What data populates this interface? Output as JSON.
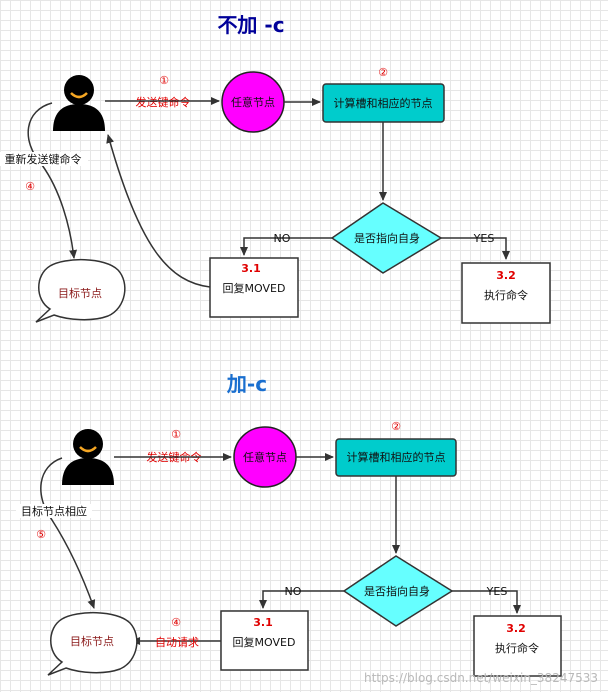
{
  "top": {
    "title": "不加 -c",
    "step1_num": "①",
    "step1_label": "发送键命令",
    "step2_num": "②",
    "node_any": "任意节点",
    "node_compute": "计算槽和相应的节点",
    "decision": "是否指向自身",
    "no_label": "NO",
    "yes_label": "YES",
    "box31_num": "3.1",
    "box31_label": "回复MOVED",
    "box32_num": "3.2",
    "box32_label": "执行命令",
    "resend_label": "重新发送键命令",
    "step4_num": "④",
    "target_label": "目标节点"
  },
  "bottom": {
    "title": "加-c",
    "step1_num": "①",
    "step1_label": "发送键命令",
    "step2_num": "②",
    "node_any": "任意节点",
    "node_compute": "计算槽和相应的节点",
    "decision": "是否指向自身",
    "no_label": "NO",
    "yes_label": "YES",
    "box31_num": "3.1",
    "box31_label": "回复MOVED",
    "box32_num": "3.2",
    "box32_label": "执行命令",
    "step4_num": "④",
    "auto_label": "自动请求",
    "target_resp_label": "目标节点相应",
    "step5_num": "⑤",
    "target_label": "目标节点"
  },
  "watermark": "https://blog.csdn.net/weixin_38247533",
  "colors": {
    "magenta": "#ff00ff",
    "teal": "#00cccc",
    "cyan": "#66ffff",
    "red": "#e00000",
    "title_top": "#000099",
    "title_bottom": "#1a6fcf"
  }
}
